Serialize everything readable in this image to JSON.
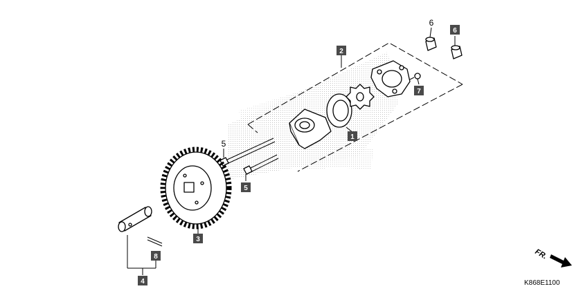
{
  "diagram_code": "K868E1100",
  "direction_label": "FR.",
  "callouts": {
    "oil_pump_assy": "1",
    "gasket_plate": "2",
    "driven_gear": "3",
    "shaft_set": "4",
    "bolt_upper": "5",
    "bolt_lower": "5",
    "dowel_pin_plain": "6",
    "dowel_pin_boxed": "6",
    "small_bolt": "7",
    "pin": "8"
  },
  "colors": {
    "callout_box": "#4a4a4a",
    "line_art": "#000000",
    "watermark": "#cccccc"
  }
}
